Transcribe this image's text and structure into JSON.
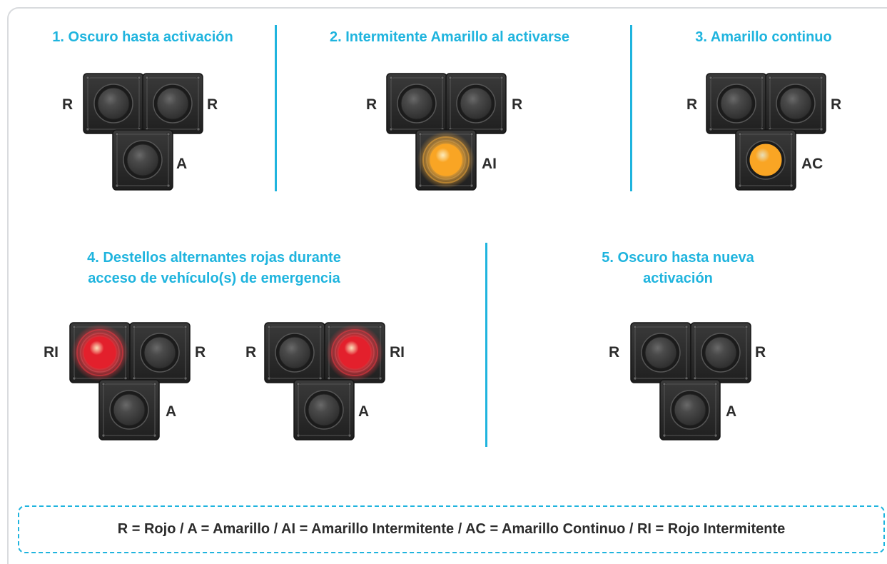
{
  "panels": [
    {
      "title": "1. Oscuro hasta activación",
      "labels": [
        "R",
        "R",
        "A"
      ]
    },
    {
      "title": "2. Intermitente Amarillo al activarse",
      "labels": [
        "R",
        "R",
        "AI"
      ]
    },
    {
      "title": "3. Amarillo continuo",
      "labels": [
        "R",
        "R",
        "AC"
      ]
    },
    {
      "title_line1": "4. Destellos alternantes rojas durante",
      "title_line2": "acceso de vehículo(s) de emergencia",
      "groups": [
        {
          "labels": [
            "RI",
            "R",
            "A"
          ]
        },
        {
          "labels": [
            "R",
            "RI",
            "A"
          ]
        }
      ]
    },
    {
      "title_line1": "5. Oscuro hasta nueva",
      "title_line2": "activación",
      "labels": [
        "R",
        "R",
        "A"
      ]
    }
  ],
  "legend": "R = Rojo  /  A = Amarillo  /  AI = Amarillo Intermitente  /  AC = Amarillo Continuo  /  RI = Rojo Intermitente",
  "colors": {
    "accent": "#1fb4de",
    "housing": "#2b2b2b",
    "lens_off": "#4a4a4a",
    "amber": "#f9a524",
    "red": "#e3202c"
  },
  "icons": {
    "signal_head": "traffic-signal-lamp"
  }
}
